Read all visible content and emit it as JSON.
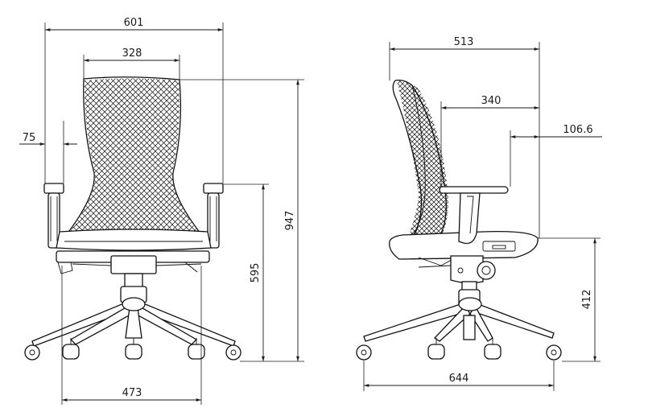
{
  "front_view": {
    "dimensions": {
      "overall_width": "601",
      "back_width": "328",
      "armrest_offset": "75",
      "overall_height": "947",
      "armrest_height": "595",
      "base_width": "473"
    }
  },
  "side_view": {
    "dimensions": {
      "overall_depth": "513",
      "armrest_depth": "340",
      "armrest_overhang": "106.6",
      "seat_height": "412",
      "base_depth": "644"
    }
  }
}
